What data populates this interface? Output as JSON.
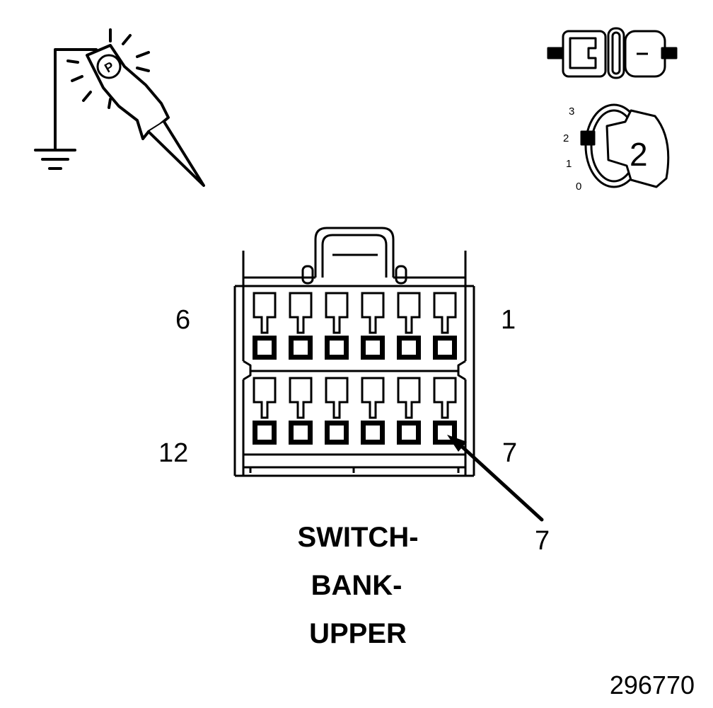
{
  "connector": {
    "title_lines": [
      "SWITCH-",
      "BANK-",
      "UPPER"
    ],
    "pin_labels": {
      "top_left": "6",
      "top_right": "1",
      "bottom_left": "12",
      "bottom_right": "7"
    },
    "highlighted_pin": "7",
    "top_row_cavities": 6,
    "bottom_row_cavities": 6
  },
  "icons": {
    "probe": "probe-to-ground-icon",
    "disconnect": "connector-disconnect-icon",
    "ignition": "ignition-key-icon",
    "probe_logo": "P"
  },
  "ignition": {
    "positions": [
      "3",
      "2",
      "1",
      "0"
    ],
    "key_position": "2",
    "selected_position": "2"
  },
  "figure_id": "296770"
}
